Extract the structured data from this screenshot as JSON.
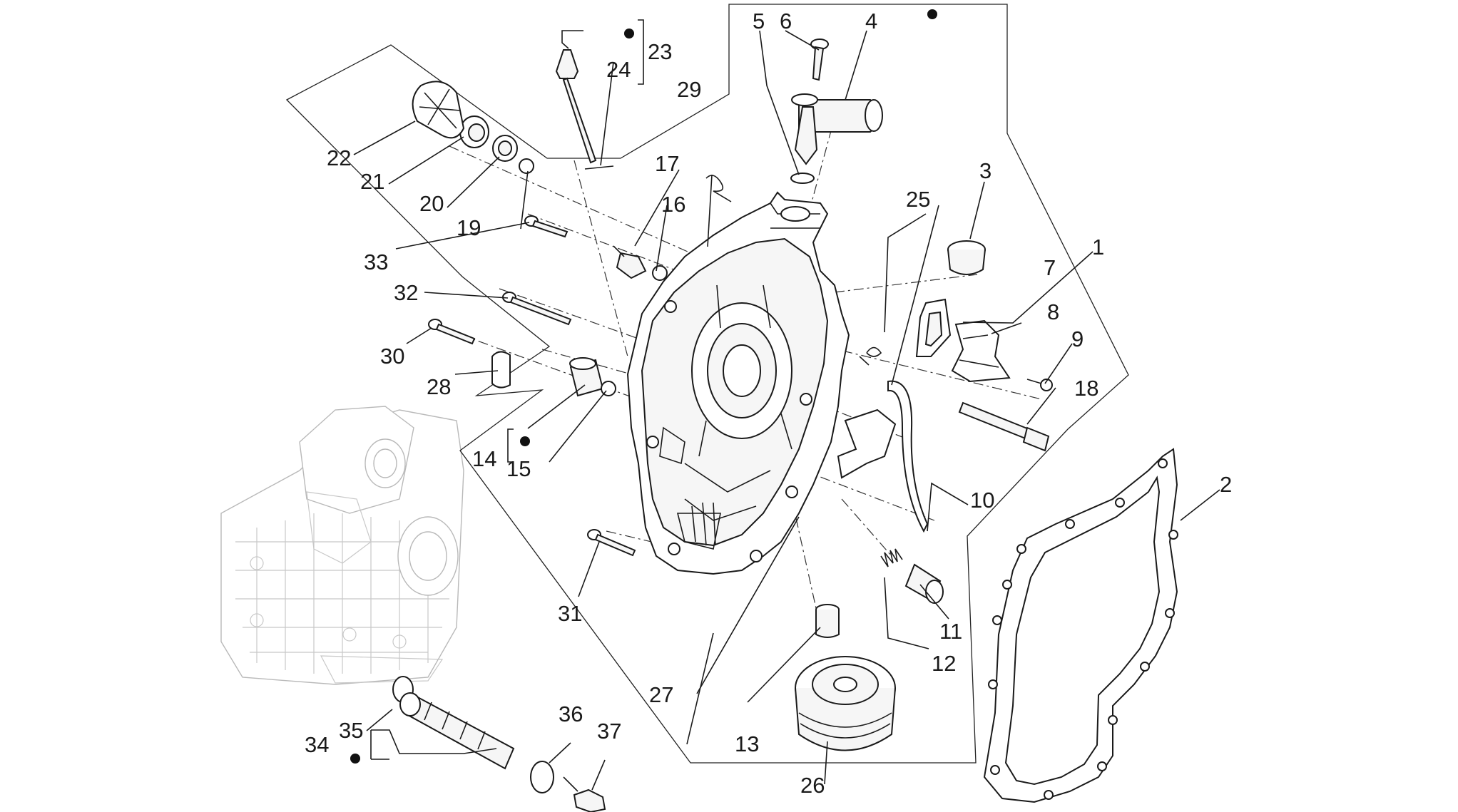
{
  "diagram": {
    "callouts": [
      {
        "id": "c1",
        "text": "1"
      },
      {
        "id": "c2",
        "text": "2"
      },
      {
        "id": "c3",
        "text": "3"
      },
      {
        "id": "c4",
        "text": "4"
      },
      {
        "id": "c5",
        "text": "5"
      },
      {
        "id": "c6",
        "text": "6"
      },
      {
        "id": "c7",
        "text": "7"
      },
      {
        "id": "c8",
        "text": "8"
      },
      {
        "id": "c9",
        "text": "9"
      },
      {
        "id": "c10",
        "text": "10"
      },
      {
        "id": "c11",
        "text": "11"
      },
      {
        "id": "c12",
        "text": "12"
      },
      {
        "id": "c13",
        "text": "13"
      },
      {
        "id": "c14",
        "text": "14"
      },
      {
        "id": "c15",
        "text": "15"
      },
      {
        "id": "c16",
        "text": "16"
      },
      {
        "id": "c17",
        "text": "17"
      },
      {
        "id": "c18",
        "text": "18"
      },
      {
        "id": "c19",
        "text": "19"
      },
      {
        "id": "c20",
        "text": "20"
      },
      {
        "id": "c21",
        "text": "21"
      },
      {
        "id": "c22",
        "text": "22"
      },
      {
        "id": "c23",
        "text": "23"
      },
      {
        "id": "c24",
        "text": "24"
      },
      {
        "id": "c25",
        "text": "25"
      },
      {
        "id": "c26",
        "text": "26"
      },
      {
        "id": "c27",
        "text": "27"
      },
      {
        "id": "c28",
        "text": "28"
      },
      {
        "id": "c29",
        "text": "29"
      },
      {
        "id": "c30",
        "text": "30"
      },
      {
        "id": "c31",
        "text": "31"
      },
      {
        "id": "c32",
        "text": "32"
      },
      {
        "id": "c33",
        "text": "33"
      },
      {
        "id": "c34",
        "text": "34"
      },
      {
        "id": "c35",
        "text": "35"
      },
      {
        "id": "c36",
        "text": "36"
      },
      {
        "id": "c37",
        "text": "37"
      }
    ]
  }
}
